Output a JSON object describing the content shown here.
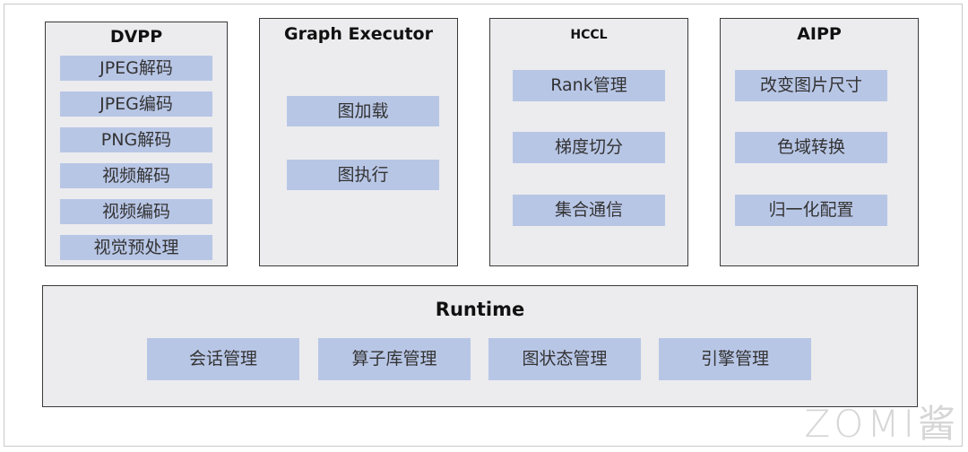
{
  "modules": {
    "dvpp": {
      "title": "DVPP",
      "items": [
        "JPEG解码",
        "JPEG编码",
        "PNG解码",
        "视频解码",
        "视频编码",
        "视觉预处理"
      ]
    },
    "graph_executor": {
      "title": "Graph Executor",
      "items": [
        "图加载",
        "图执行"
      ]
    },
    "hccl": {
      "title": "HCCL",
      "items": [
        "Rank管理",
        "梯度切分",
        "集合通信"
      ]
    },
    "aipp": {
      "title": "AIPP",
      "items": [
        "改变图片尺寸",
        "色域转换",
        "归一化配置"
      ]
    },
    "runtime": {
      "title": "Runtime",
      "items": [
        "会话管理",
        "算子库管理",
        "图状态管理",
        "引擎管理"
      ]
    }
  },
  "watermark": "ZOMI酱"
}
